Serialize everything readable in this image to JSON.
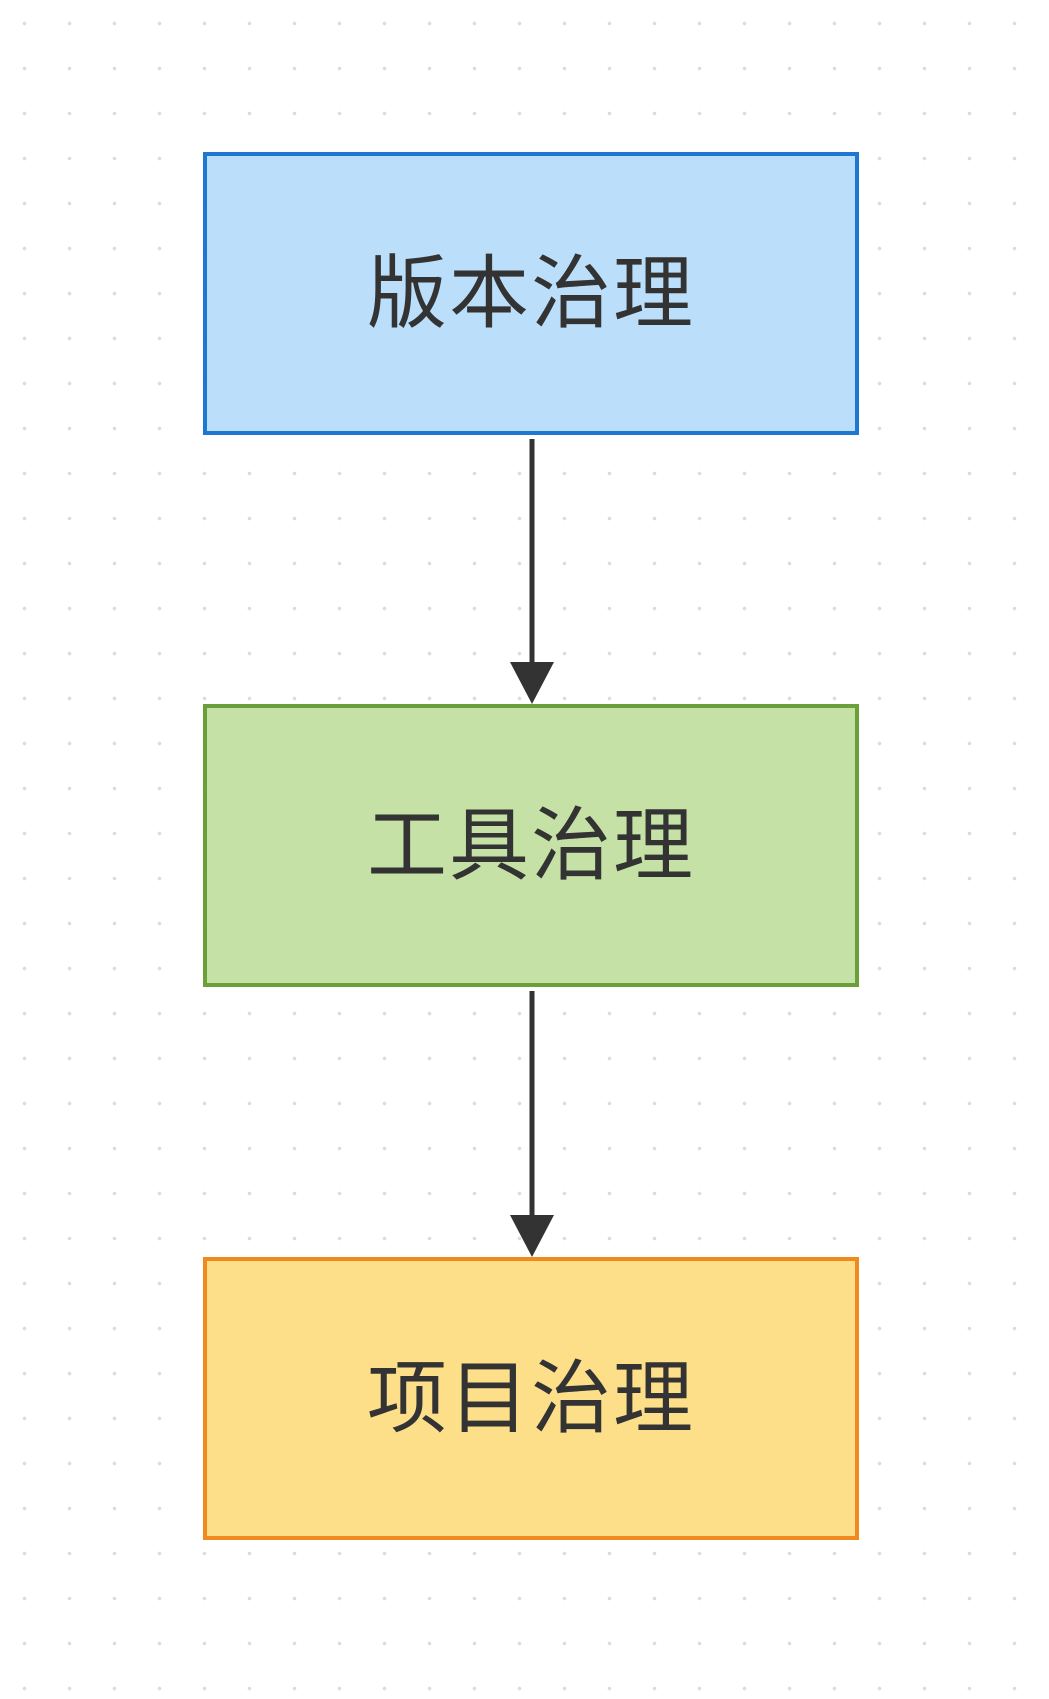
{
  "nodes": [
    {
      "id": "version",
      "label": "版本治理",
      "fill": "#BBDEFA",
      "stroke": "#1E78D2"
    },
    {
      "id": "tool",
      "label": "工具治理",
      "fill": "#C5E1A5",
      "stroke": "#6A9F3A"
    },
    {
      "id": "project",
      "label": "项目治理",
      "fill": "#FDDF8A",
      "stroke": "#F08A1E"
    }
  ],
  "edges": [
    {
      "from": "version",
      "to": "tool"
    },
    {
      "from": "tool",
      "to": "project"
    }
  ],
  "colors": {
    "edge": "#333333",
    "text": "#333333",
    "grid_dot": "#dcdcdc"
  }
}
